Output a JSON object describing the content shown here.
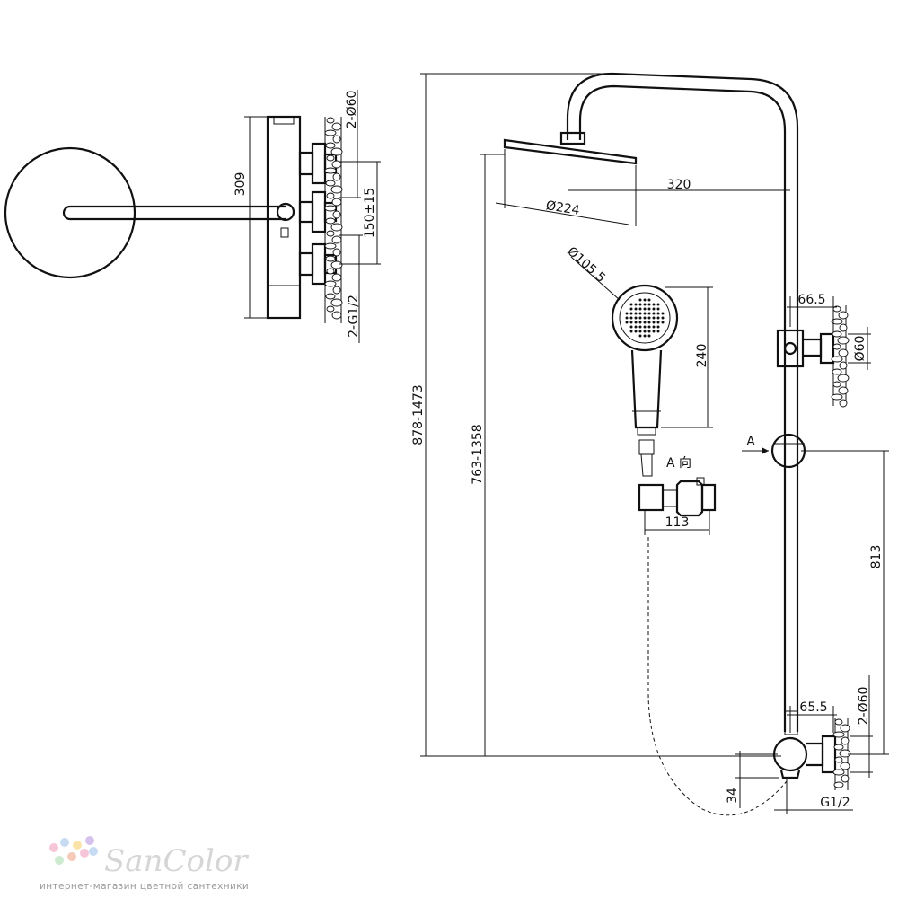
{
  "dimensions": {
    "left_height": "309",
    "left_holes": "2-Ø60",
    "left_spacing": "150±15",
    "left_thread": "2-G1/2",
    "arm_length": "320",
    "head_diameter": "Ø224",
    "hand_diameter": "Ø105.5",
    "hand_length": "240",
    "top_offset": "66.5",
    "top_hole": "Ø60",
    "overall_height": "878-1473",
    "head_height": "763-1358",
    "rail_length": "813",
    "bottom_offset": "65.5",
    "bottom_holes": "2-Ø60",
    "bottom_drop": "34",
    "bottom_thread": "G1/2",
    "holder_width": "113"
  },
  "labels": {
    "view_arrow": "A",
    "view_label": "A 向"
  },
  "logo": {
    "name": "SanColor",
    "subtitle": "интернет-магазин цветной сантехники",
    "dot_colors": [
      "#f6c6d8",
      "#c7dcf3",
      "#f9e3a8",
      "#d5c3ee",
      "#cdebd0",
      "#f6c9b8"
    ]
  }
}
